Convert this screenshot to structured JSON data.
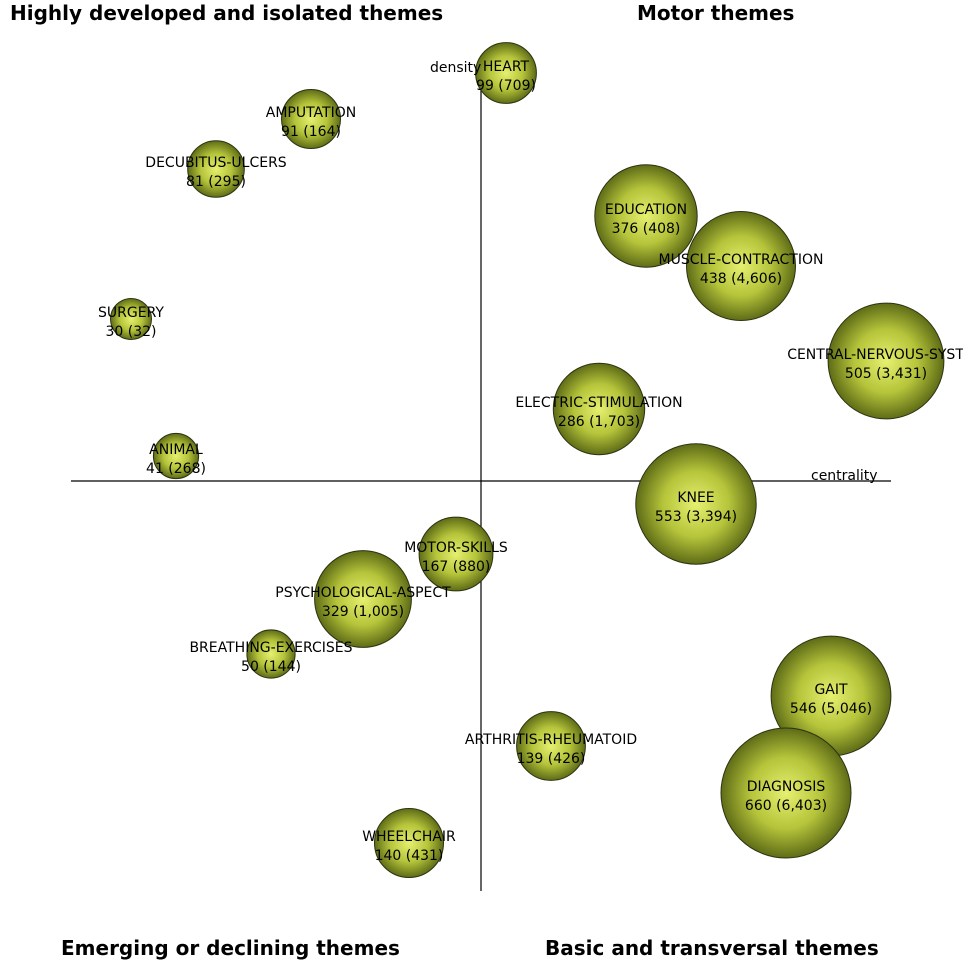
{
  "chart_data": {
    "type": "scatter",
    "title": "",
    "quadrants": {
      "top_left": "Highly developed and isolated themes",
      "top_right": "Motor themes",
      "bottom_left": "Emerging or declining themes",
      "bottom_right": "Basic and transversal themes"
    },
    "xlabel": "centrality",
    "ylabel": "density",
    "bubble_color": "#b5c43a",
    "bubble_edge_color": "#2b3310",
    "themes": [
      {
        "name": "HEART",
        "value": "99 (709)",
        "documents": 99,
        "citations": 709,
        "centrality": 2.5,
        "density": 40.8
      },
      {
        "name": "AMPUTATION",
        "value": "91 (164)",
        "documents": 91,
        "citations": 164,
        "centrality": -17,
        "density": 36.2
      },
      {
        "name": "DECUBITUS-ULCERS",
        "value": "81 (295)",
        "documents": 81,
        "citations": 295,
        "centrality": -26.5,
        "density": 31.2
      },
      {
        "name": "SURGERY",
        "value": "30 (32)",
        "documents": 30,
        "citations": 32,
        "centrality": -35,
        "density": 16.2
      },
      {
        "name": "ANIMAL",
        "value": "41 (268)",
        "documents": 41,
        "citations": 268,
        "centrality": -30.5,
        "density": 2.5
      },
      {
        "name": "EDUCATION",
        "value": "376 (408)",
        "documents": 376,
        "citations": 408,
        "centrality": 16.5,
        "density": 26.5
      },
      {
        "name": "MUSCLE-CONTRACTION",
        "value": "438 (4,606)",
        "documents": 438,
        "citations": 4606,
        "centrality": 26,
        "density": 21.5
      },
      {
        "name": "CENTRAL-NERVOUS-SYSTEM",
        "value": "505 (3,431)",
        "documents": 505,
        "citations": 3431,
        "centrality": 40.5,
        "density": 12
      },
      {
        "name": "ELECTRIC-STIMULATION",
        "value": "286 (1,703)",
        "documents": 286,
        "citations": 1703,
        "centrality": 11.8,
        "density": 7.2
      },
      {
        "name": "KNEE",
        "value": "553 (3,394)",
        "documents": 553,
        "citations": 3394,
        "centrality": 21.5,
        "density": -2.3
      },
      {
        "name": "MOTOR-SKILLS",
        "value": "167 (880)",
        "documents": 167,
        "citations": 880,
        "centrality": -2.5,
        "density": -7.3
      },
      {
        "name": "PSYCHOLOGICAL-ASPECT",
        "value": "329 (1,005)",
        "documents": 329,
        "citations": 1005,
        "centrality": -11.8,
        "density": -11.8
      },
      {
        "name": "BREATHING-EXERCISES",
        "value": "50 (144)",
        "documents": 50,
        "citations": 144,
        "centrality": -21,
        "density": -17.3
      },
      {
        "name": "GAIT",
        "value": "546 (5,046)",
        "documents": 546,
        "citations": 5046,
        "centrality": 35,
        "density": -21.5
      },
      {
        "name": "ARTHRITIS-RHEUMATOID",
        "value": "139 (426)",
        "documents": 139,
        "citations": 426,
        "centrality": 7,
        "density": -26.5
      },
      {
        "name": "DIAGNOSIS",
        "value": "660 (6,403)",
        "documents": 660,
        "citations": 6403,
        "centrality": 30.5,
        "density": -31.2
      },
      {
        "name": "WHEELCHAIR",
        "value": "140 (431)",
        "documents": 140,
        "citations": 431,
        "centrality": -7.2,
        "density": -36.2
      }
    ]
  }
}
